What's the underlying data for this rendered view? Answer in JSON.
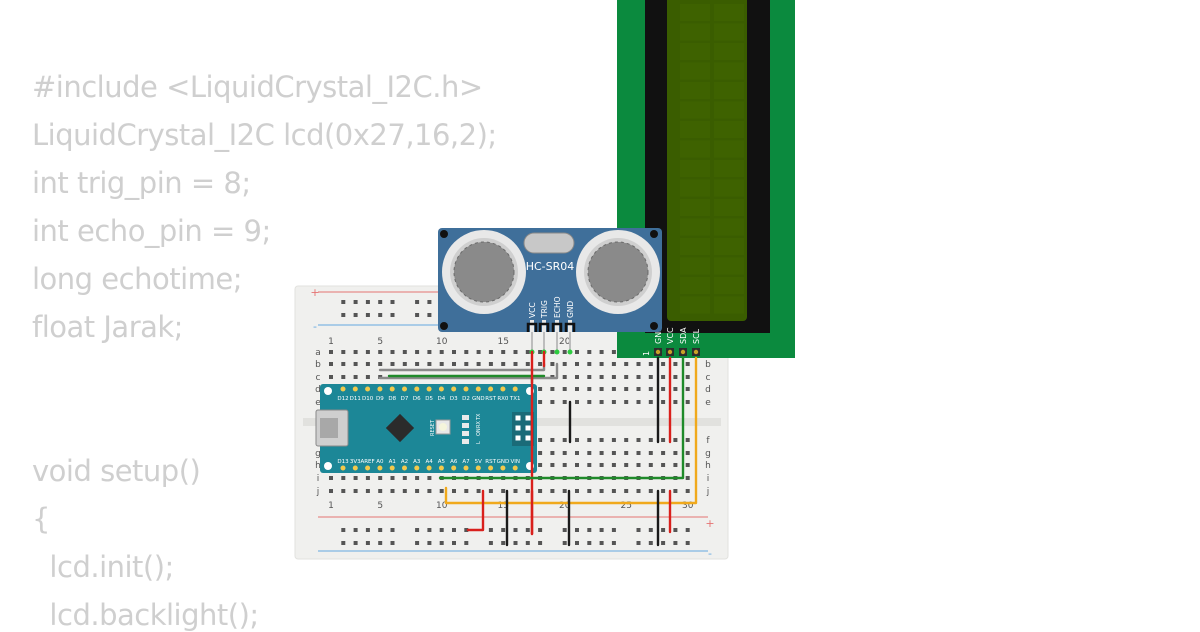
{
  "code": {
    "lines": [
      {
        "text": "#include <LiquidCrystal_I2C.h>"
      },
      {
        "text": "LiquidCrystal_I2C lcd(0x27,16,2);"
      },
      {
        "text": "int trig_pin = 8;"
      },
      {
        "text": "int echo_pin = 9;"
      },
      {
        "text": "long echotime;"
      },
      {
        "text": "float Jarak;"
      },
      {
        "text": ""
      },
      {
        "text": ""
      },
      {
        "text": "void setup()"
      },
      {
        "text": "{"
      },
      {
        "text": "  lcd.init();"
      },
      {
        "text": "  lcd.backlight();"
      }
    ],
    "color": "#cfcfcf"
  },
  "sensor": {
    "label": "HC-SR04",
    "pins": [
      "VCC",
      "TRIG",
      "ECHO",
      "GND"
    ],
    "color": "#3f6f9a"
  },
  "lcd": {
    "pins": [
      "GND",
      "VCC",
      "SDA",
      "SCL"
    ],
    "first_pin_marker": "1",
    "board_color": "#0b8a3e",
    "screen_color": "#3a5d00"
  },
  "arduino": {
    "top_pins": [
      "D12",
      "D11",
      "D10",
      "D9",
      "D8",
      "D7",
      "D6",
      "D5",
      "D4",
      "D3",
      "D2",
      "GND",
      "RST",
      "RX0",
      "TX1"
    ],
    "bottom_pins": [
      "D13",
      "3V3",
      "AREF",
      "A0",
      "A1",
      "A2",
      "A3",
      "A4",
      "A5",
      "A6",
      "A7",
      "5V",
      "RST",
      "GND",
      "VIN"
    ],
    "led_labels": [
      "TX",
      "RX",
      "ON",
      "L"
    ],
    "reset_label": "RESET",
    "color": "#1c8797"
  },
  "breadboard": {
    "column_numbers": [
      "1",
      "5",
      "10",
      "15",
      "20",
      "25",
      "30"
    ],
    "rows_top": [
      "a",
      "b",
      "c",
      "d",
      "e"
    ],
    "rows_bottom": [
      "f",
      "g",
      "h",
      "i",
      "j"
    ],
    "plus_sign": "+",
    "minus_sign": "-"
  },
  "wires": {
    "red": "#d9201c",
    "black": "#1a1a1a",
    "green": "#1f8a2a",
    "yellow": "#f0a91c",
    "gray": "#8a8a8a"
  }
}
